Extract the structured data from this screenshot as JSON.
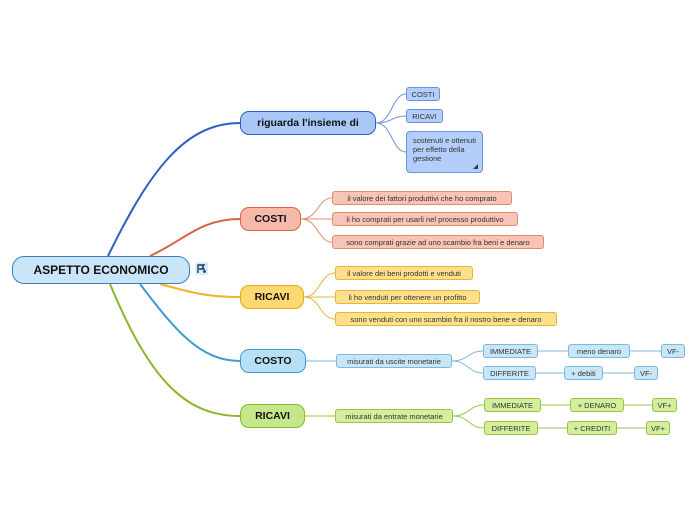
{
  "root": {
    "label": "ASPETTO ECONOMICO"
  },
  "root_icon": "notes-flag-icon",
  "colors": {
    "blue": "#2a5fc7",
    "red": "#d9633f",
    "yellow": "#e8a817",
    "cyan": "#3d9ad6",
    "green": "#8bb52a"
  },
  "branches": {
    "riguarda": {
      "label": "riguarda l'insieme di",
      "children": [
        "COSTI",
        "RICAVI",
        "sostenuti e ottenuti per effetto della gestione"
      ]
    },
    "costi": {
      "label": "COSTI",
      "children": [
        "il valore dei fattori produttivi che ho comprato",
        "li ho comprati per usarli nel processo produttivo",
        "sono comprati grazie ad uno scambio fra beni e denaro"
      ]
    },
    "ricavi": {
      "label": "RICAVI",
      "children": [
        "il valore dei beni prodotti e venduti",
        "li ho venduti per ottenere un profitto",
        "sono venduti con uno scambio fra il nostro bene e denaro"
      ]
    },
    "costo": {
      "label": "COSTO",
      "child": "misurati da uscite monetarie",
      "immediate": "IMMEDIATE",
      "immediate_value": "meno denaro",
      "immediate_sign": "VF-",
      "differite": "DIFFERITE",
      "differite_value": "+ debiti",
      "differite_sign": "VF-"
    },
    "ricavi2": {
      "label": "RICAVI",
      "child": "misurati da entrate monetarie",
      "immediate": "IMMEDIATE",
      "immediate_value": "+ DENARO",
      "immediate_sign": "VF+",
      "differite": "DIFFERITE",
      "differite_value": "+ CREDITI",
      "differite_sign": "VF+"
    }
  }
}
